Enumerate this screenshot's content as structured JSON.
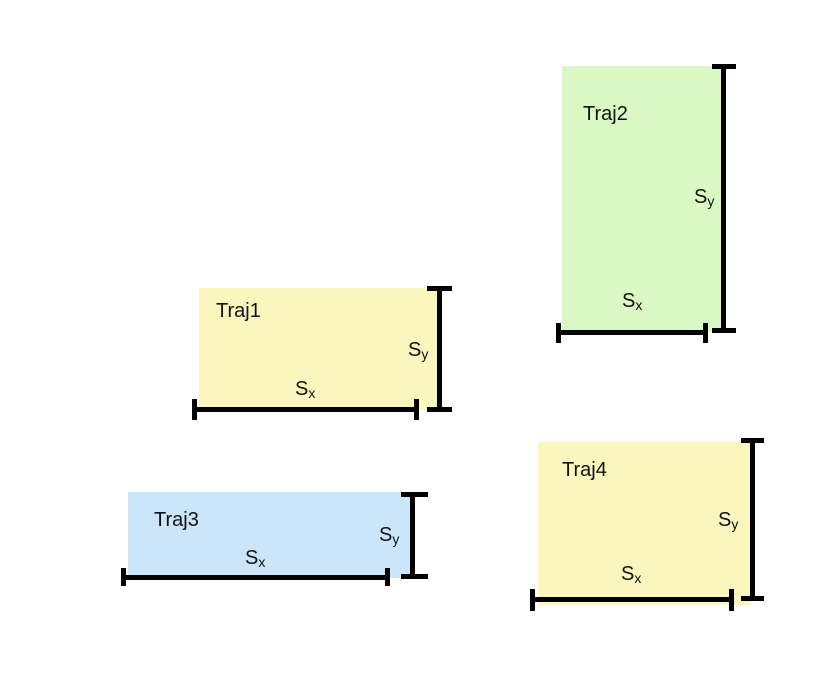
{
  "colors": {
    "yellow_fill": "#fbf6be",
    "green_fill": "#d9f8c3",
    "blue_fill": "#cbe5fb",
    "dimension_line": "#000000"
  },
  "trajectories": [
    {
      "label": "Traj1",
      "sx": "S",
      "sx_sub": "x",
      "sy": "S",
      "sy_sub": "y",
      "fill": "yellow_fill"
    },
    {
      "label": "Traj2",
      "sx": "S",
      "sx_sub": "x",
      "sy": "S",
      "sy_sub": "y",
      "fill": "green_fill"
    },
    {
      "label": "Traj3",
      "sx": "S",
      "sx_sub": "x",
      "sy": "S",
      "sy_sub": "y",
      "fill": "blue_fill"
    },
    {
      "label": "Traj4",
      "sx": "S",
      "sx_sub": "x",
      "sy": "S",
      "sy_sub": "y",
      "fill": "yellow_fill"
    }
  ]
}
